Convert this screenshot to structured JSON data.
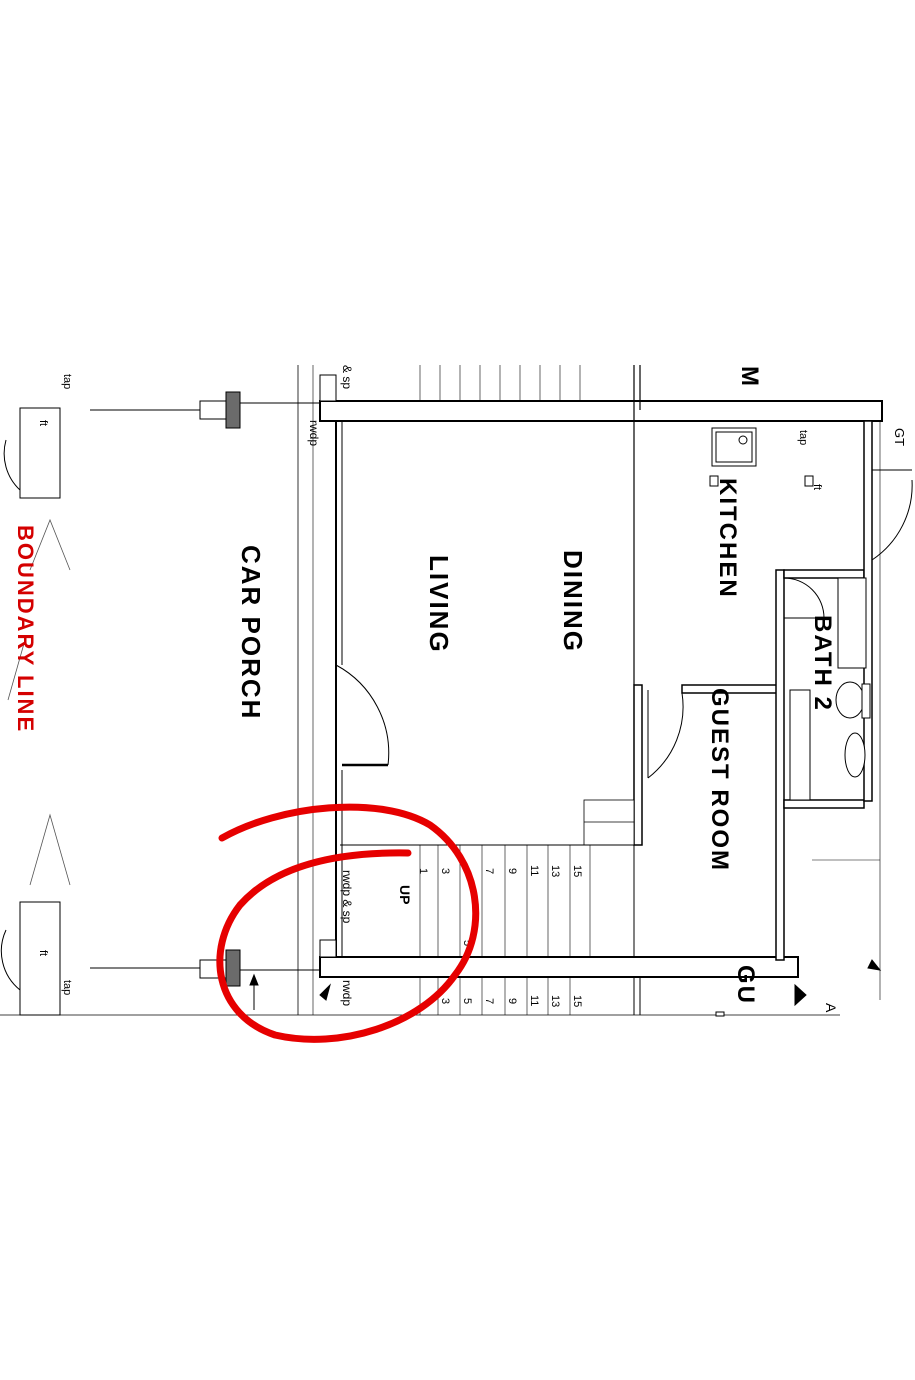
{
  "rooms": {
    "car_porch": "CAR PORCH",
    "living": "LIVING",
    "dining": "DINING",
    "kitchen": "KITCHEN",
    "bath2": "BATH 2",
    "guest_room": "GUEST ROOM",
    "guest_room_partial": "GU",
    "room_partial_top": "M"
  },
  "boundary_label": "BOUNDARY LINE",
  "annotations": {
    "tap": "tap",
    "ft": "ft",
    "rwdp": "rwdp",
    "rwdp_sp": "rwdp & sp",
    "sp_partial": "& sp",
    "gt": "GT",
    "up": "UP",
    "section_partial": "A"
  },
  "stair_numbers_top": [
    "1",
    "3",
    "5",
    "7",
    "9",
    "11",
    "13",
    "15"
  ],
  "stair_numbers_bottom": [
    "3",
    "5",
    "7",
    "9",
    "11",
    "13",
    "15"
  ],
  "colors": {
    "boundary": "#d40000",
    "markup": "#e60000",
    "wall": "#000000",
    "post": "#6b6b6b"
  }
}
